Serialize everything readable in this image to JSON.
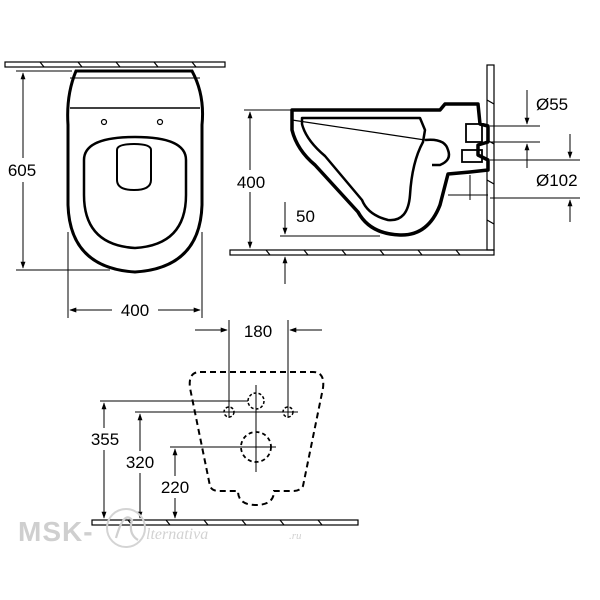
{
  "front_view": {
    "height_label": "605",
    "width_label": "400"
  },
  "side_view": {
    "height_label": "400",
    "floor_gap_label": "50",
    "inlet_label": "Ø55",
    "outlet_label": "Ø102"
  },
  "bottom_view": {
    "width_label": "180",
    "dim_1_label": "355",
    "dim_2_label": "320",
    "dim_3_label": "220"
  },
  "watermark": {
    "left": "MSK-",
    "right": "lternativa",
    "suffix": ".ru"
  }
}
